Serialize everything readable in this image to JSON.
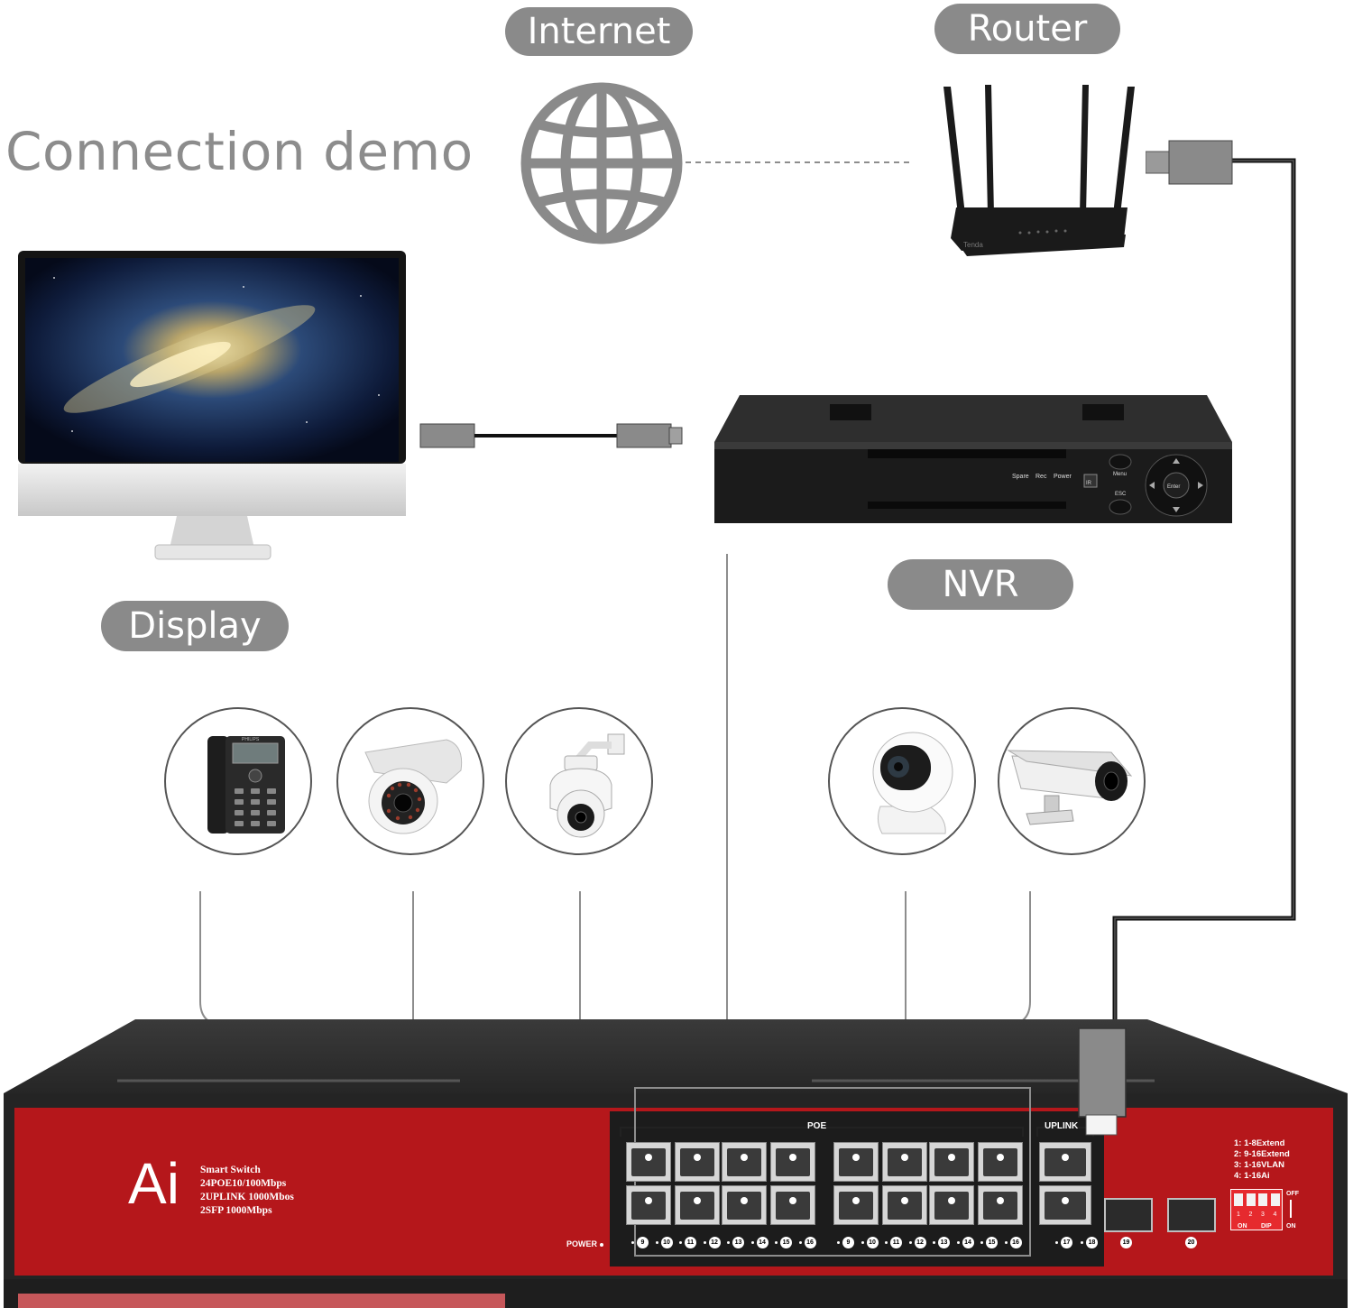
{
  "title": "Connection demo",
  "labels": {
    "internet": "Internet",
    "router": "Router",
    "display": "Display",
    "nvr": "NVR"
  },
  "nvr_panel": {
    "spare": "Spare",
    "rec": "Rec",
    "power": "Power",
    "menu": "Menu",
    "esc": "ESC",
    "enter": "Enter",
    "ir": "IR"
  },
  "router_brand": "Tenda",
  "phone_brand": "PHILIPS",
  "switch": {
    "logo": "Ai",
    "specs": [
      "Smart Switch",
      "24POE10/100Mbps",
      "2UPLINK 1000Mbos",
      "2SFP 1000Mbps"
    ],
    "poe_label": "POE",
    "uplink_label": "UPLINK",
    "power_label": "POWER",
    "port_numbers_a": [
      "9",
      "10",
      "11",
      "12",
      "13",
      "14",
      "15",
      "16"
    ],
    "port_numbers_b": [
      "9",
      "10",
      "11",
      "12",
      "13",
      "14",
      "15",
      "16"
    ],
    "uplink_numbers": [
      "17",
      "18"
    ],
    "sfp_numbers": [
      "19",
      "20"
    ],
    "dip_modes": [
      "1:  1-8Extend",
      "2:  9-16Extend",
      "3:  1-16VLAN",
      "4:  1-16Ai"
    ],
    "dip_switch_numbers": [
      "1",
      "2",
      "3",
      "4"
    ],
    "dip_on": "ON",
    "dip_label": "DIP",
    "off": "OFF",
    "on": "ON"
  },
  "colors": {
    "pill": "#8a8a8a",
    "switch_red": "#b5171b",
    "switch_body": "#2a2a2a",
    "connector": "#8a8a8a",
    "line": "#8d8d8d"
  }
}
